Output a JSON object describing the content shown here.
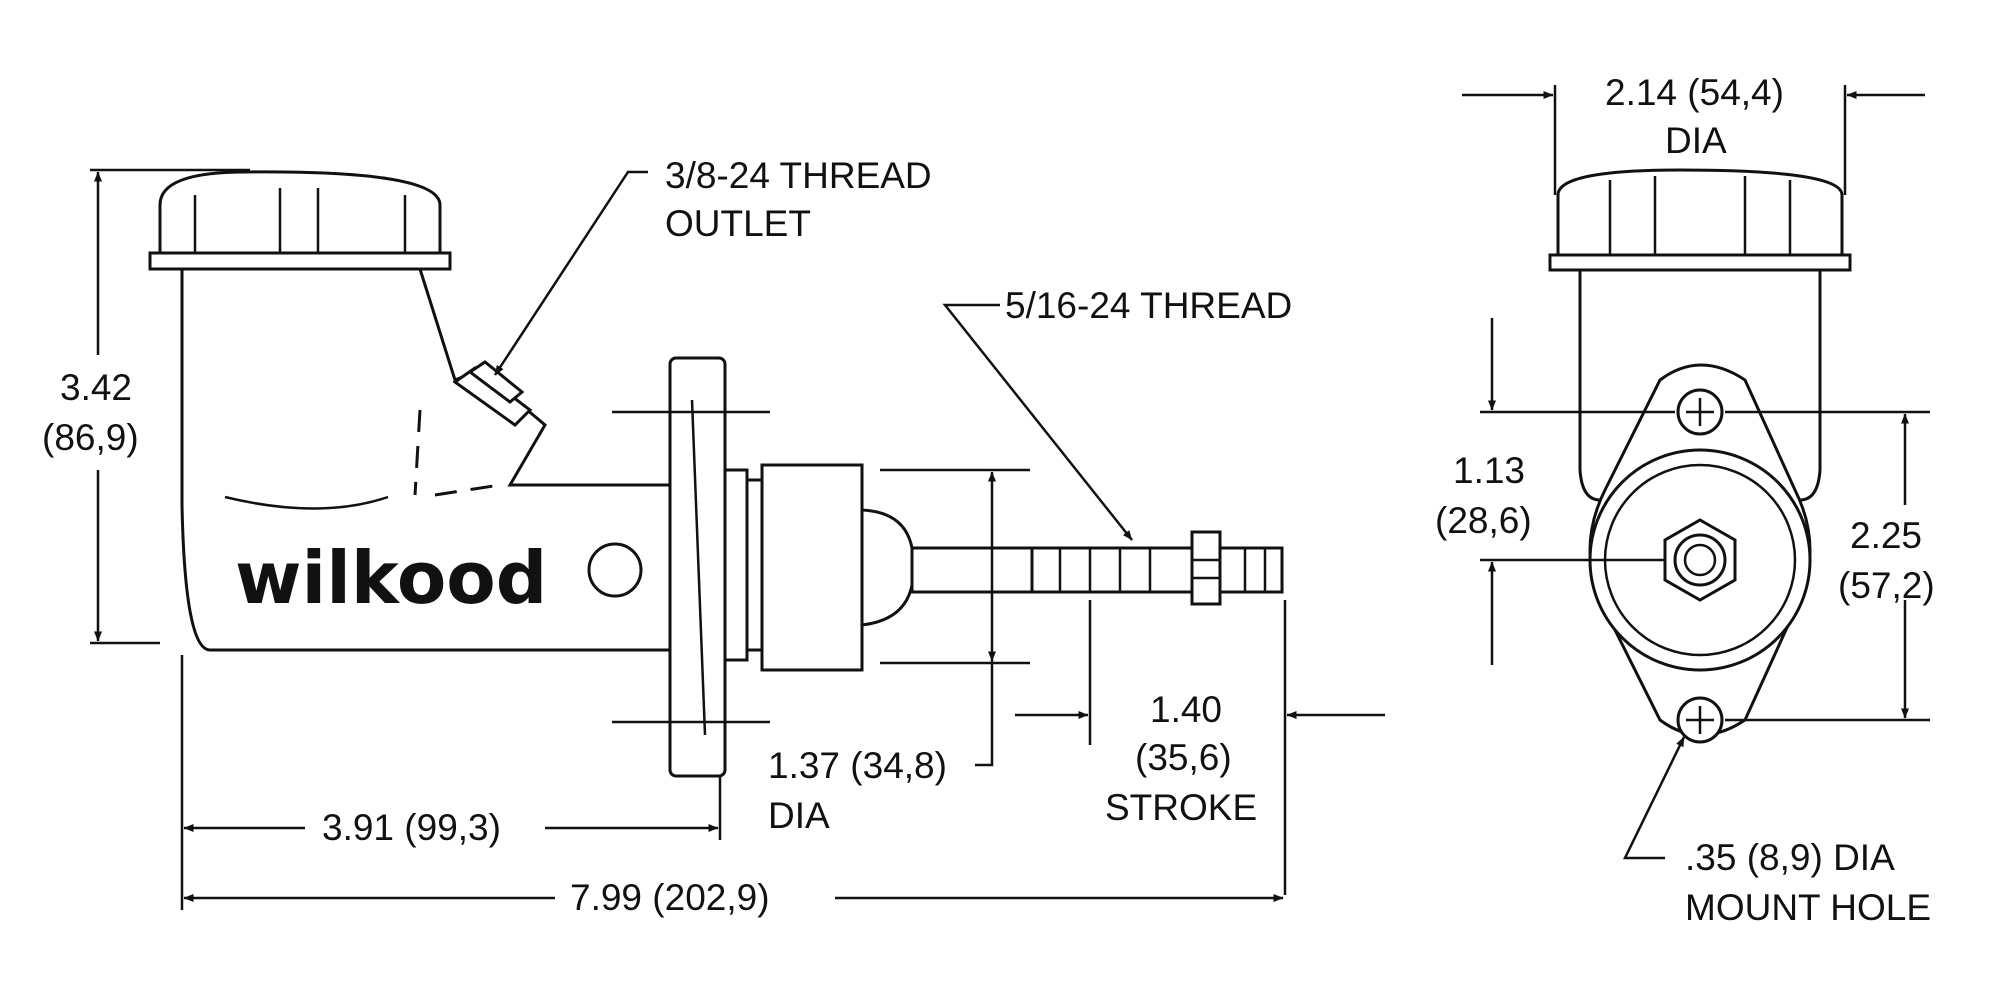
{
  "brand": "wilkood",
  "labels": {
    "height_in": "3.42",
    "height_mm": "(86,9)",
    "outlet_thread_1": "3/8-24 THREAD",
    "outlet_thread_2": "OUTLET",
    "pushrod_thread": "5/16-24 THREAD",
    "flange_dia_1": "1.37 (34,8)",
    "flange_dia_2": "DIA",
    "stroke_in": "1.40",
    "stroke_mm": "(35,6)",
    "stroke_word": "STROKE",
    "mount_len": "3.91 (99,3)",
    "overall_len": "7.99 (202,9)",
    "cap_dia_1": "2.14 (54,4)",
    "cap_dia_2": "DIA",
    "bore_offset_in": "1.13",
    "bore_offset_mm": "(28,6)",
    "hole_spacing_in": "2.25",
    "hole_spacing_mm": "(57,2)",
    "mount_hole_1": ".35 (8,9) DIA",
    "mount_hole_2": "MOUNT HOLE"
  },
  "icons": [
    "arrowhead-icon",
    "mount-hole-crosshair-icon"
  ],
  "colors": {
    "ink": "#111111",
    "paper": "#ffffff"
  }
}
